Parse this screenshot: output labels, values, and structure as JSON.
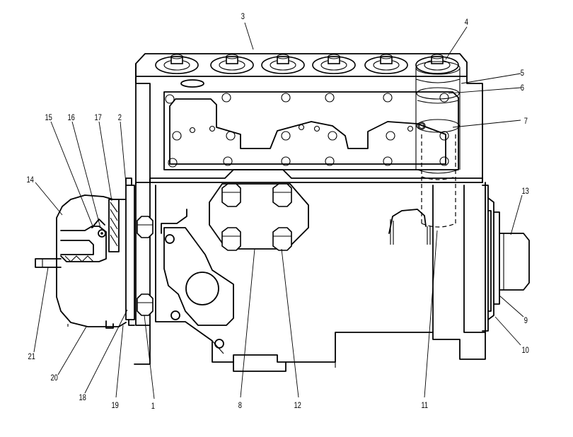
{
  "callouts": {
    "c1": "1",
    "c2": "2",
    "c3": "3",
    "c4": "4",
    "c5": "5",
    "c6": "6",
    "c7": "7",
    "c8": "8",
    "c9": "9",
    "c10": "10",
    "c11": "11",
    "c12": "12",
    "c13": "13",
    "c14": "14",
    "c15": "15",
    "c16": "16",
    "c17": "17",
    "c18": "18",
    "c19": "19",
    "c20": "20",
    "c21": "21"
  },
  "colors": {
    "line": "#000000",
    "background": "#ffffff"
  }
}
